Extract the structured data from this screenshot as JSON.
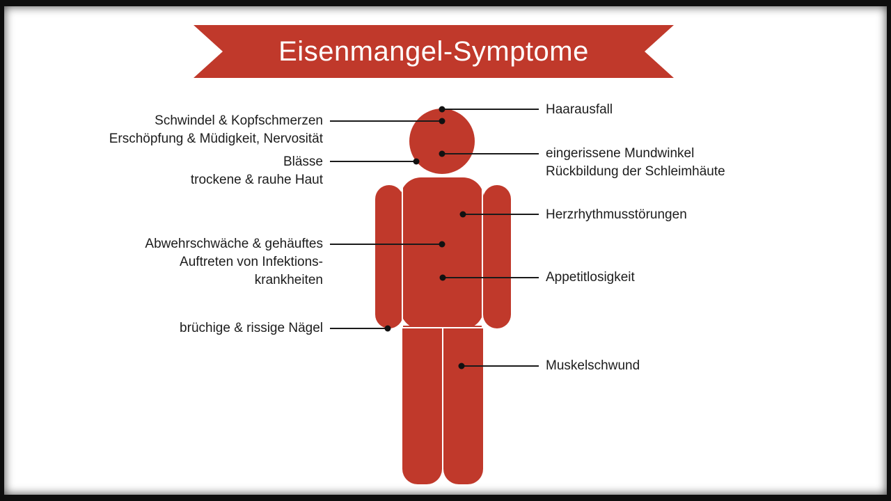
{
  "title": "Eisenmangel-Symptome",
  "colors": {
    "figure": "#c0392b",
    "banner": "#c0392b",
    "line": "#1a1a1a",
    "text": "#1c1c1c",
    "background": "#ffffff"
  },
  "symptoms_left": [
    {
      "id": "kopf",
      "text": "Schwindel & Kopfschmerzen\nErschöpfung & Müdigkeit, Nervosität"
    },
    {
      "id": "haut",
      "text": "Blässe\ntrockene & rauhe Haut"
    },
    {
      "id": "abwehr",
      "text": "Abwehrschwäche & gehäuftes\nAuftreten von Infektions-\nkrankheiten"
    },
    {
      "id": "naegel",
      "text": "brüchige & rissige Nägel"
    }
  ],
  "symptoms_right": [
    {
      "id": "haar",
      "text": "Haarausfall"
    },
    {
      "id": "mund",
      "text": "eingerissene Mundwinkel\nRückbildung  der Schleimhäute"
    },
    {
      "id": "herz",
      "text": "Herzrhythmusstörungen"
    },
    {
      "id": "appetit",
      "text": "Appetitlosigkeit"
    },
    {
      "id": "muskel",
      "text": "Muskelschwund"
    }
  ]
}
